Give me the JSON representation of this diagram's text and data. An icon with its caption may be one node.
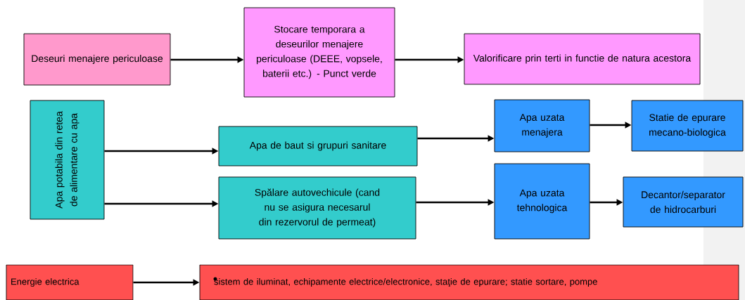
{
  "diagram": {
    "nodes": [
      {
        "text": [
          "Deseuri menajere periculoase"
        ]
      },
      {
        "text": [
          "Stocare temporara a deseurilor menajere periculoase (DEEE, vopsele, baterii etc.) - Punct verde"
        ]
      },
      {
        "text": [
          "Valorificare prin terti in functie de natura acestora"
        ]
      },
      {
        "text": [
          "Apa potabila din retea de alimentare cu apa"
        ]
      },
      {
        "text": [
          "Apa de baut si grupuri sanitare"
        ]
      },
      {
        "text": [
          "Spălare autovechicule (cand nu se asigura necesarul din rezervorul de permeat)"
        ]
      },
      {
        "text": [
          "Apa uzata menajera"
        ]
      },
      {
        "text": [
          "Statie de epurare mecano-biologica"
        ]
      },
      {
        "text": [
          "Apa uzata tehnologica"
        ]
      },
      {
        "text": [
          "Decantor/separator de hidrocarburi"
        ]
      },
      {
        "text": [
          "Energie electrica"
        ]
      },
      {
        "text": [
          "sistem de iluminat, echipamente electrice/electronice, staţie de epurare; statie sortare, pompe"
        ]
      }
    ],
    "edges": [
      {
        "from": 0,
        "to": 1,
        "arrow": "to"
      },
      {
        "from": 1,
        "to": 2,
        "arrow": "to"
      },
      {
        "from": 3,
        "to": 4,
        "arrow": "to"
      },
      {
        "from": 3,
        "to": 5,
        "arrow": "to"
      },
      {
        "from": 4,
        "to": 6,
        "arrow": "to"
      },
      {
        "from": 6,
        "to": 7,
        "arrow": "to"
      },
      {
        "from": 5,
        "to": 8,
        "arrow": "to"
      },
      {
        "from": 8,
        "to": 9,
        "arrow": "to"
      },
      {
        "from": 10,
        "to": 11,
        "arrow": "to"
      }
    ]
  }
}
